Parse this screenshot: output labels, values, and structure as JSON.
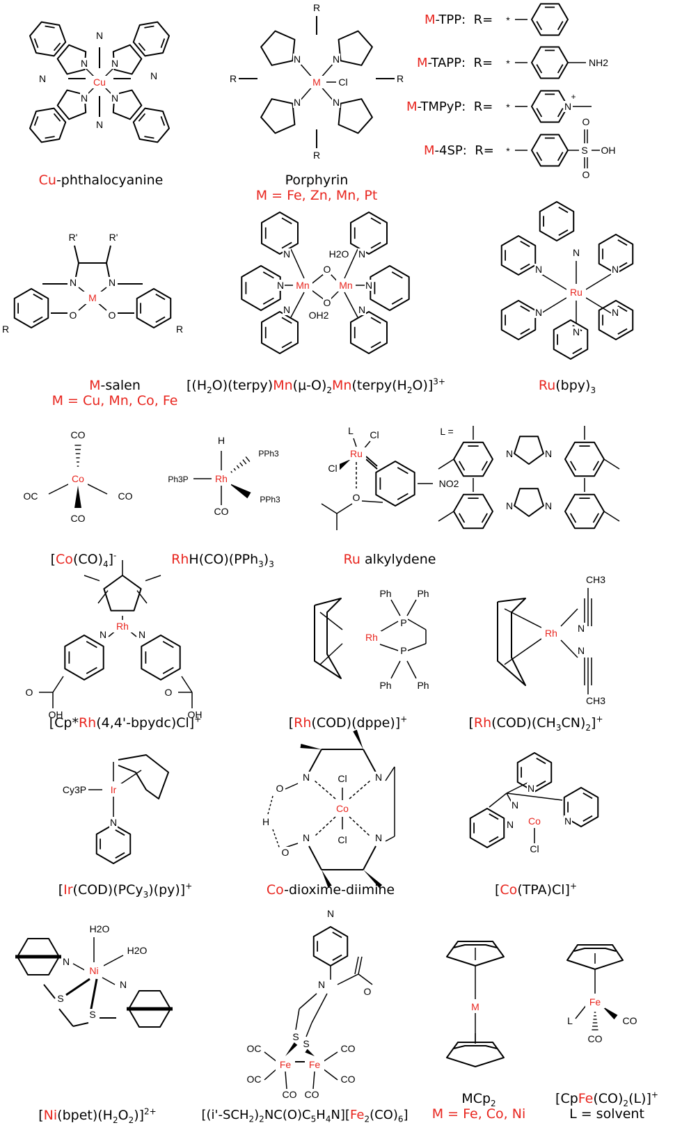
{
  "captions": {
    "cu_pc": {
      "metal": "Cu",
      "rest": "-phthalocyanine"
    },
    "porphyrin": {
      "name": "Porphyrin",
      "metals": "M = Fe, Zn, Mn, Pt"
    },
    "salen": {
      "metal": "M",
      "rest": "-salen",
      "metals": "M = Cu, Mn, Co, Fe"
    },
    "mn_dimer": {
      "p1": "[(H",
      "s1": "2",
      "p2": "O)(terpy)",
      "m1": "Mn",
      "p3": "(μ-O)",
      "s2": "2",
      "m2": "Mn",
      "p4": "(terpy(H",
      "s3": "2",
      "p5": "O)]",
      "sup": "3+"
    },
    "ru_bpy": {
      "metal": "Ru",
      "rest": "(bpy)",
      "sub": "3"
    },
    "co_co4": {
      "p1": "[",
      "metal": "Co",
      "p2": "(CO)",
      "sub": "4",
      "p3": "]",
      "sup": "-"
    },
    "rh_h": {
      "metal": "Rh",
      "p1": "H(CO)(PPh",
      "sub": "3",
      "p2": ")",
      "sub2": "3"
    },
    "ru_alk": {
      "metal": "Ru",
      "rest": " alkylydene"
    },
    "cp_rh": {
      "p1": "[Cp*",
      "metal": "Rh",
      "p2": "(4,4'-bpydc)Cl]",
      "sup": "+"
    },
    "rh_dppe": {
      "p1": "[",
      "metal": "Rh",
      "p2": "(COD)(dppe)]",
      "sup": "+"
    },
    "rh_cn": {
      "p1": "[",
      "metal": "Rh",
      "p2": "(COD)(CH",
      "s1": "3",
      "p3": "CN)",
      "s2": "2",
      "p4": "]",
      "sup": "+"
    },
    "ir": {
      "p1": "[",
      "metal": "Ir",
      "p2": "(COD)(PCy",
      "sub": "3",
      "p3": ")(py)]",
      "sup": "+"
    },
    "co_dox": {
      "metal": "Co",
      "rest": "-dioxime-diimine"
    },
    "co_tpa": {
      "p1": "[",
      "metal": "Co",
      "p2": "(TPA)Cl]",
      "sup": "+"
    },
    "ni": {
      "p1": "[",
      "metal": "Ni",
      "p2": "(bpet)(H",
      "s1": "2",
      "p3": "O",
      "s2": "2",
      "p4": ")]",
      "sup": "2+"
    },
    "fe2": {
      "p1": "[(i'-SCH",
      "s1": "2",
      "p2": ")",
      "s2": "2",
      "p3": "NC(O)C",
      "s3": "5",
      "p4": "H",
      "s4": "4",
      "p5": "N][",
      "metal": "Fe",
      "s5": "2",
      "p6": "(CO)",
      "s6": "6",
      "p7": "]"
    },
    "mcp2": {
      "p1": "MCp",
      "sub": "2",
      "metals": "M = Fe, Co, Ni"
    },
    "cpfe": {
      "p1": "[Cp",
      "metal": "Fe",
      "p2": "(CO)",
      "sub": "2",
      "p3": "(L)]",
      "sup": "+",
      "line2": "L = solvent"
    }
  },
  "porphyrin_legend": [
    {
      "metal": "M",
      "name": "-TPP:",
      "r": "R=",
      "sub": ""
    },
    {
      "metal": "M",
      "name": "-TAPP:",
      "r": "R=",
      "sub": "NH2"
    },
    {
      "metal": "M",
      "name": "-TMPyP:",
      "r": "R=",
      "sub": ""
    },
    {
      "metal": "M",
      "name": "-4SP:",
      "r": "R=",
      "sub": "SO3H"
    }
  ],
  "atom_labels": {
    "N": "N",
    "M": "M",
    "Cl": "Cl",
    "R": "R",
    "Rp": "R'",
    "Cu": "Cu",
    "O": "O",
    "Mn": "Mn",
    "H2O": "H2O",
    "OH2": "OH2",
    "Ru": "Ru",
    "Co": "Co",
    "CO": "CO",
    "OC": "OC",
    "H": "H",
    "PPh3": "PPh3",
    "Ph3P": "Ph3P",
    "Rh": "Rh",
    "L": "L",
    "NO2": "NO2",
    "Leq": "L =",
    "OH": "OH",
    "Ph": "Ph",
    "P": "P",
    "CH3": "CH3",
    "Cy3P": "Cy3P",
    "Ir": "Ir",
    "Ni": "Ni",
    "S": "S",
    "Fe": "Fe",
    "star": "*",
    "plus": "+",
    "NH2": "NH2",
    "OHs": "OH"
  },
  "colors": {
    "metal": "#e8251e",
    "line": "#000000",
    "background": "#ffffff"
  }
}
